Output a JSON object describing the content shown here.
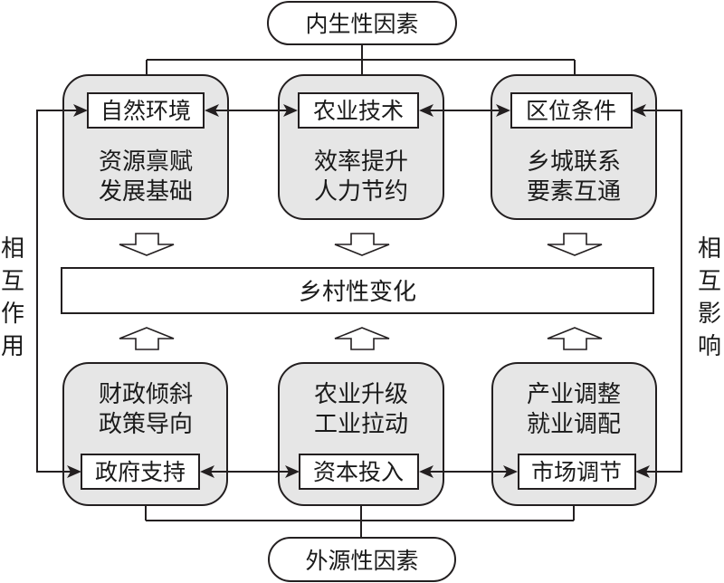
{
  "top_factor": {
    "label": "内生性因素"
  },
  "bottom_factor": {
    "label": "外源性因素"
  },
  "center": {
    "label": "乡村性变化"
  },
  "left_side_label": [
    "相",
    "互",
    "作",
    "用"
  ],
  "right_side_label": [
    "相",
    "互",
    "影",
    "响"
  ],
  "top_cards": [
    {
      "title": "自然环境",
      "lines": [
        "资源禀赋",
        "发展基础"
      ]
    },
    {
      "title": "农业技术",
      "lines": [
        "效率提升",
        "人力节约"
      ]
    },
    {
      "title": "区位条件",
      "lines": [
        "乡城联系",
        "要素互通"
      ]
    }
  ],
  "bottom_cards": [
    {
      "title": "政府支持",
      "lines": [
        "财政倾斜",
        "政策导向"
      ]
    },
    {
      "title": "资本投入",
      "lines": [
        "农业升级",
        "工业拉动"
      ]
    },
    {
      "title": "市场调节",
      "lines": [
        "产业调整",
        "就业调配"
      ]
    }
  ],
  "colors": {
    "card_fill": "#e6e6e6",
    "stroke": "#231f20",
    "background": "#ffffff"
  }
}
